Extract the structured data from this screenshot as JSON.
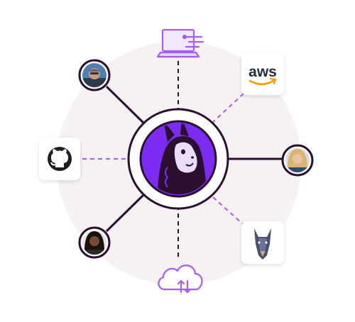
{
  "colors": {
    "background_disc": "#f6f1f3",
    "dark_purple": "#2b0f2f",
    "bright_purple": "#7b2cf0",
    "mid_purple": "#a35cf5",
    "aws_text": "#232f3e",
    "aws_smile": "#ff9900",
    "card_bg": "#ffffff"
  },
  "hub": {
    "logo": "llama-mascot-logo"
  },
  "nodes": {
    "top": {
      "type": "laptop-icon",
      "connector": "dashed"
    },
    "bottom": {
      "type": "cloud-sync-icon",
      "connector": "dashed"
    },
    "left": {
      "type": "github-icon",
      "connector": "dashed"
    },
    "aws": {
      "type": "aws-logo",
      "text": "aws",
      "connector": "dashed"
    },
    "snyk": {
      "type": "doberman-logo",
      "connector": "dashed"
    },
    "avatar_top_left": {
      "type": "avatar",
      "connector": "solid"
    },
    "avatar_right": {
      "type": "avatar",
      "connector": "solid"
    },
    "avatar_bottom_left": {
      "type": "avatar",
      "connector": "solid"
    }
  }
}
